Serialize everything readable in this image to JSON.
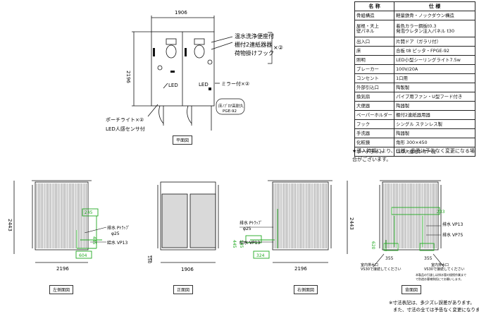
{
  "spec_table": {
    "header": [
      "名 称",
      "仕 様"
    ],
    "rows": [
      [
        "骨組構造",
        "軽量鉄骨・ノックダウン構造"
      ],
      [
        "屋根・天上\n壁パネル",
        "着色カラー鋼板t0.3\n発泡ウレタン注入パネル t30"
      ],
      [
        "出入口",
        "片開ドア（ガラリ付）"
      ],
      [
        "床",
        "合板 t8 ピッタ・FPGE-92"
      ],
      [
        "照明",
        "LED小型シーリングライト7.5w"
      ],
      [
        "ブレーカー",
        "100V/20A"
      ],
      [
        "コンセント",
        "1口用"
      ],
      [
        "外部引込口",
        "陶製製"
      ],
      [
        "換気扇",
        "パイプ用ファン・U型フード付き"
      ],
      [
        "大便器",
        "陶器製"
      ],
      [
        "ペーパーホルダー",
        "棚付2連紙器用器"
      ],
      [
        "フック",
        "シングル ステンレス製"
      ],
      [
        "手洗器",
        "陶器製"
      ],
      [
        "化粧鏡",
        "角形 300×450"
      ],
      [
        "ポーチライト",
        "LED人感センサー付"
      ]
    ]
  },
  "notice": "★導入時期により、仕様・品番は予告なく変更になる場合がございます。",
  "plan": {
    "width": "1906",
    "depth": "2196",
    "note_lines": [
      "温水洗浄便座付",
      "棚付2連紙器器",
      "荷物掛けフック"
    ],
    "note_mult": "×②",
    "led1": "LED",
    "led2": "LED",
    "mirror": "ミラー付×②",
    "floor_note_1": "床ﾉﾌﾞﾛｱ高耐久",
    "floor_note_2": "PGE-92",
    "porch_1": "ポーチライト×②",
    "porch_2": "LED人感センサ付",
    "caption": "平面図"
  },
  "views": {
    "left": {
      "height": "2443",
      "width": "2196",
      "caption": "左側面図",
      "drain1": "排水 Pﾄﾗｯﾌﾟ",
      "drain1b": "φ25",
      "drain2": "給水 VP13",
      "v1": "245",
      "v2": "604",
      "v3": "445"
    },
    "front": {
      "width": "1906",
      "caption": "正面図",
      "side": "150"
    },
    "right": {
      "height": "2443",
      "width": "2196",
      "caption": "右側面図",
      "drain1": "排水 Pﾄﾗｯﾌﾟ",
      "drain1b": "φ25",
      "drain2": "給水 VP13",
      "v1": "445",
      "v2": "245",
      "v3": "324"
    },
    "back": {
      "caption": "背面図",
      "drain1": "排水 VP13",
      "drain2": "排水 VP75",
      "v1": "233",
      "v2": "620",
      "v3": "355",
      "v4": "355",
      "left_note_1": "室内排水口",
      "left_note_2": "VS30で接続してください",
      "right_note_1": "室内排水口",
      "right_note_2": "VS30で接続してください",
      "tiny_1": "本製品の引渡しは排水管の接続作業まで",
      "tiny_2": "で別途お客様負担にてお願いします。"
    }
  },
  "footnote": [
    "※寸法表記は、多少ズレ誤差があります。",
    "また、寸法の全ては予告なく変更になります。"
  ],
  "colors": {
    "dim_green": "#22aa22",
    "line": "#111111"
  }
}
